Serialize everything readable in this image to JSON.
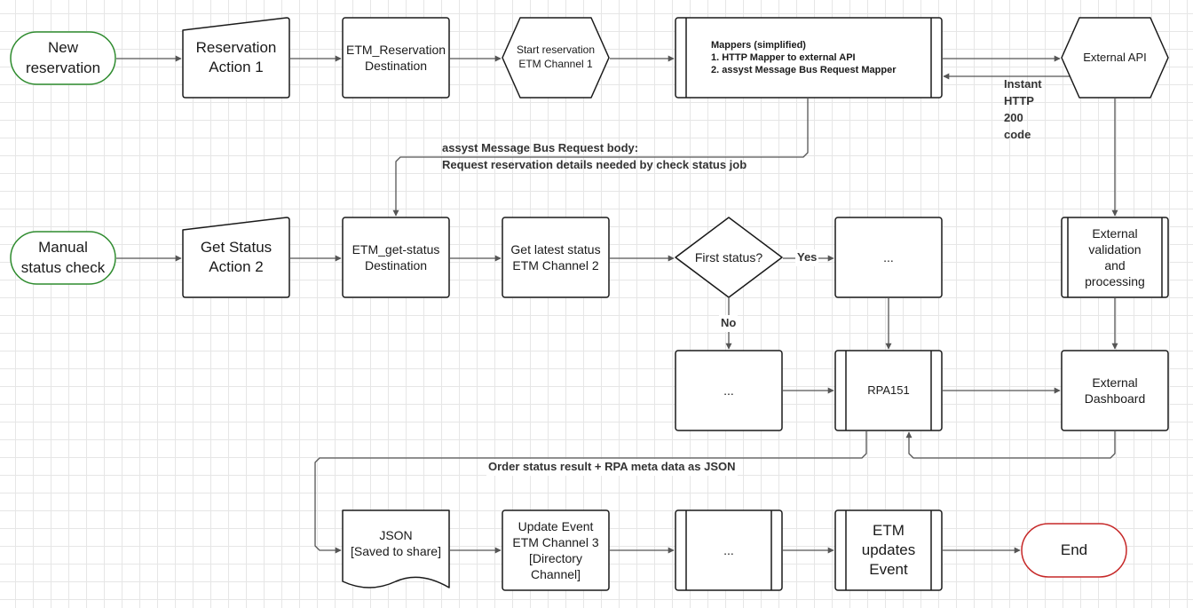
{
  "nodes": {
    "new_reservation": "New\nreservation",
    "reservation_action": "Reservation\nAction 1",
    "etm_reservation_destination": "ETM_Reservation\nDestination",
    "start_reservation_channel": "Start reservation\nETM Channel 1",
    "mappers": "Mappers (simplified)\n1. HTTP Mapper to external API\n2. assyst Message Bus Request Mapper",
    "external_api": "External API",
    "manual_status_check": "Manual\nstatus check",
    "get_status_action": "Get Status\nAction 2",
    "etm_get_status_destination": "ETM_get-status\nDestination",
    "get_latest_status_channel": "Get latest status\nETM Channel 2",
    "first_status_decision": "First status?",
    "yes_branch_process": "...",
    "external_validation": "External\nvalidation\nand\nprocessing",
    "no_branch_process": "...",
    "rpa151": "RPA151",
    "external_dashboard": "External\nDashboard",
    "json_document": "JSON\n[Saved to share]",
    "update_event_channel": "Update Event\nETM Channel 3\n[Directory Channel]",
    "subprocess_ellipsis": "...",
    "etm_updates_event": "ETM\nupdates\nEvent",
    "end": "End"
  },
  "edge_labels": {
    "instant_http": "Instant\nHTTP\n200\ncode",
    "bus_request_body": "assyst Message Bus Request body:\nRequest reservation details needed by check status job",
    "yes": "Yes",
    "no": "No",
    "order_status_result": "Order status result + RPA meta data as JSON"
  },
  "colors": {
    "terminator_stroke": "#2e8b2e",
    "end_stroke": "#c62828",
    "node_stroke": "#1a1a1a",
    "edge": "#555555",
    "node_fill": "#ffffff"
  }
}
